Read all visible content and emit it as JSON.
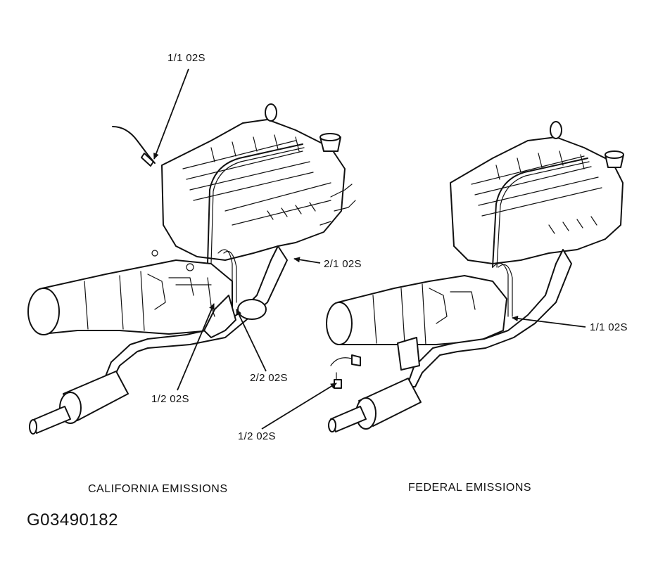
{
  "labels": {
    "ca_1_1": "1/1 02S",
    "ca_2_1": "2/1 02S",
    "ca_2_2": "2/2 02S",
    "ca_1_2": "1/2 02S",
    "fed_1_1": "1/1 02S",
    "fed_1_2": "1/2 02S"
  },
  "captions": {
    "california": "CALIFORNIA EMISSIONS",
    "federal": "FEDERAL EMISSIONS"
  },
  "figure_id": "G03490182"
}
